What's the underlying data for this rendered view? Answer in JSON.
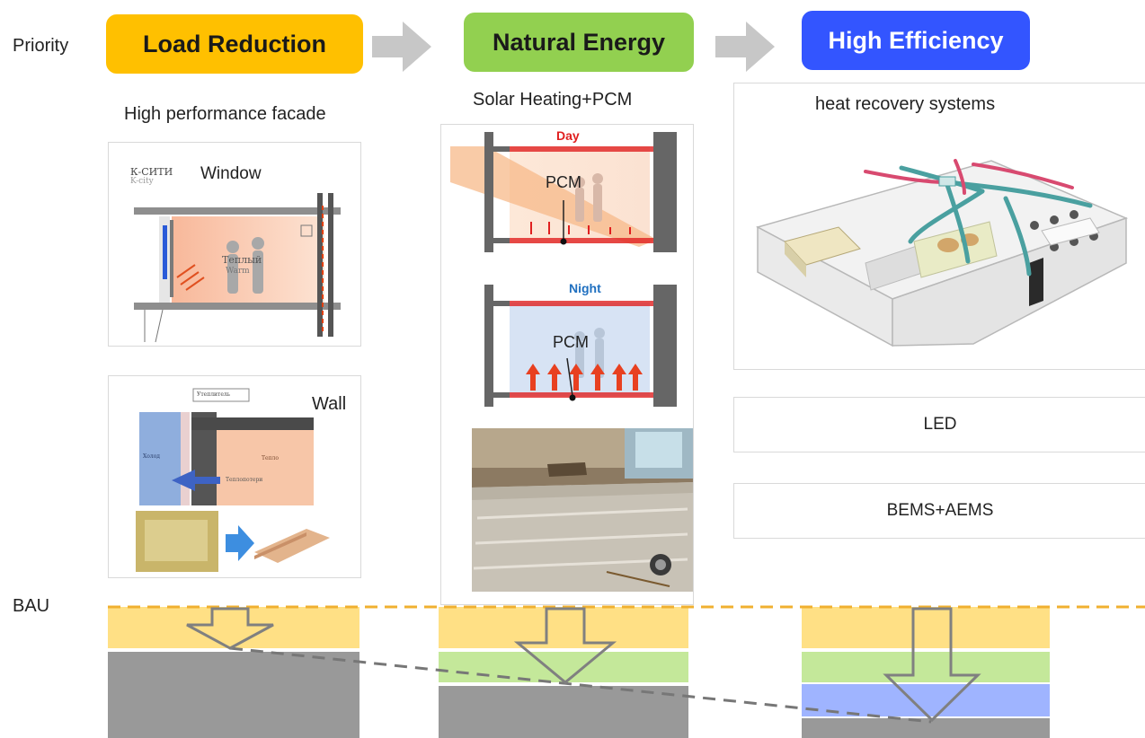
{
  "labels": {
    "priority": "Priority",
    "bau": "BAU"
  },
  "steps": [
    {
      "title": "Load Reduction",
      "color": "#ffc000"
    },
    {
      "title": "Natural Energy",
      "color": "#92d050"
    },
    {
      "title": "High Efficiency",
      "color": "#3355ff"
    }
  ],
  "load_reduction": {
    "subtitle": "High performance facade",
    "window": {
      "title": "Window",
      "logo_text": "К-СИТИ",
      "logo_sub": "K-city",
      "room_label": "Теплый",
      "room_sub": "Warm"
    },
    "wall": {
      "title": "Wall",
      "top_label": "Утеплитель",
      "left_label": "Холод",
      "right_label": "Тепло",
      "arrow_label": "Теплопотери"
    }
  },
  "natural_energy": {
    "subtitle": "Solar Heating+PCM",
    "day": {
      "label": "Day",
      "pcm": "PCM",
      "label_color": "#e02020"
    },
    "night": {
      "label": "Night",
      "pcm": "PCM",
      "label_color": "#2070c0"
    }
  },
  "high_efficiency": {
    "subtitle": "heat recovery systems",
    "items": [
      "LED",
      "BEMS+AEMS"
    ]
  },
  "bars": {
    "colors": {
      "yellow": "#ffe085",
      "green": "#c4e89a",
      "blue": "#9fb4ff",
      "gray": "#999999",
      "bau_line": "#f0b030"
    }
  }
}
